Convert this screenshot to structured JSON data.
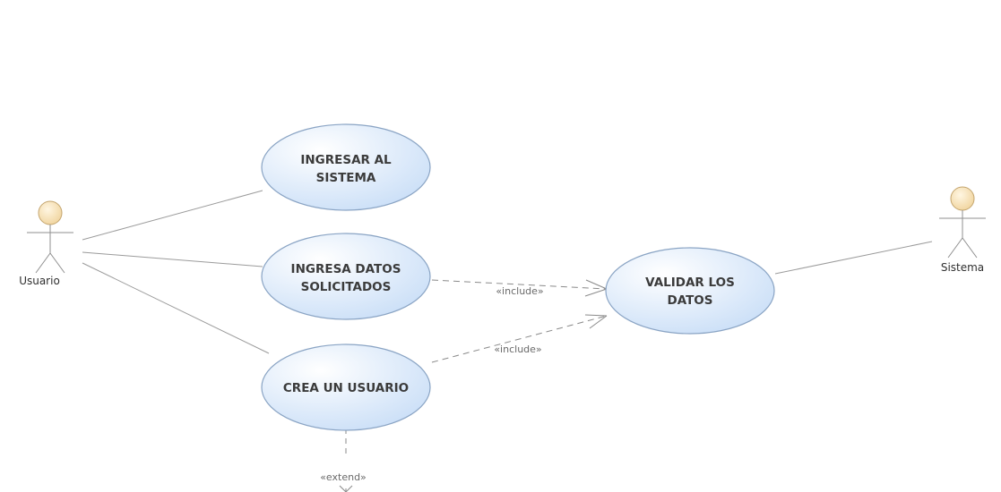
{
  "diagram": {
    "actors": [
      {
        "id": "usuario",
        "label": "Usuario"
      },
      {
        "id": "sistema",
        "label": "Sistema"
      }
    ],
    "use_cases": [
      {
        "id": "ingresar",
        "lines": [
          "INGRESAR AL",
          "SISTEMA"
        ]
      },
      {
        "id": "ingresa_datos",
        "lines": [
          "INGRESA DATOS",
          "SOLICITADOS"
        ]
      },
      {
        "id": "crea_usuario",
        "lines": [
          "CREA UN USUARIO"
        ]
      },
      {
        "id": "validar",
        "lines": [
          "VALIDAR LOS",
          "DATOS"
        ]
      }
    ],
    "relations": [
      {
        "from": "usuario",
        "to": "ingresar",
        "type": "association"
      },
      {
        "from": "usuario",
        "to": "ingresa_datos",
        "type": "association"
      },
      {
        "from": "usuario",
        "to": "crea_usuario",
        "type": "association"
      },
      {
        "from": "sistema",
        "to": "validar",
        "type": "association"
      },
      {
        "from": "ingresa_datos",
        "to": "validar",
        "type": "include",
        "label": "«include»"
      },
      {
        "from": "crea_usuario",
        "to": "validar",
        "type": "include",
        "label": "«include»"
      },
      {
        "from": "crea_usuario",
        "to": "offscreen",
        "type": "extend",
        "label": "«extend»"
      }
    ],
    "colors": {
      "usecase_fill_light": "#ffffff",
      "usecase_fill_dark": "#c9def7",
      "usecase_stroke": "#8aa4c4",
      "actor_head_fill": "#f6dfb3",
      "actor_head_stroke": "#c4a56e",
      "line": "#9b9b9b"
    }
  }
}
